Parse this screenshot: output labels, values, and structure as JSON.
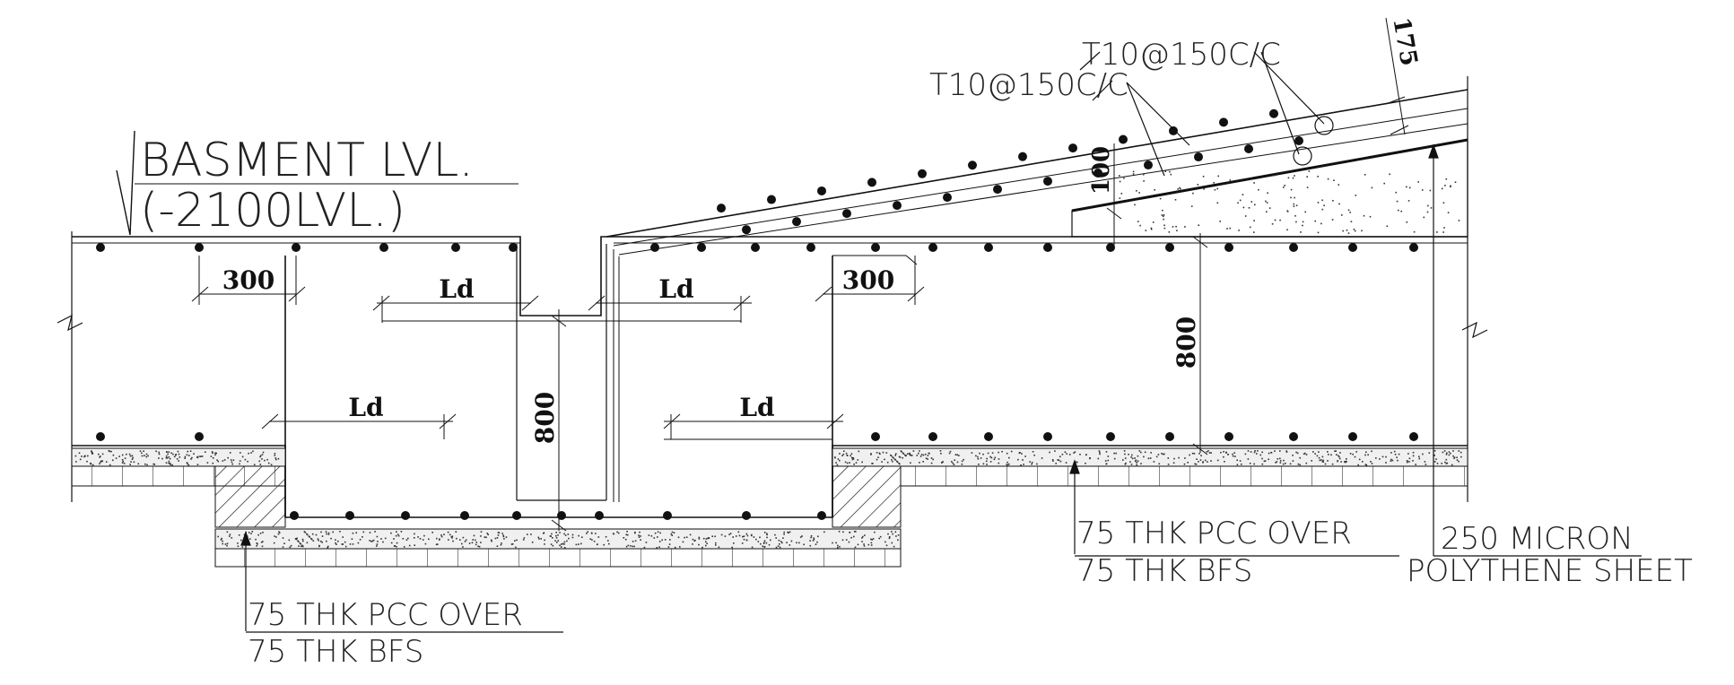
{
  "level": {
    "name": "BASMENT LVL.",
    "value": "(-2100LVL.)"
  },
  "rebar": {
    "callout_upper": "T10@150C/C",
    "callout_lower": "T10@150C/C"
  },
  "dimensions": {
    "cover_left": "300",
    "cover_right": "300",
    "ld_upper_left": "Ld",
    "ld_upper_right": "Ld",
    "ld_lower_left": "Ld",
    "ld_lower_right": "Ld",
    "pit_depth": "800",
    "slab_depth": "800",
    "ramp_depth": "100",
    "ramp_thickness": "175"
  },
  "notes": {
    "left_line1": "75 THK PCC OVER",
    "left_line2": "75 THK BFS",
    "right_line1": "75 THK PCC OVER",
    "right_line2": "75 THK BFS",
    "membrane_line1": "250 MICRON",
    "membrane_line2": "POLYTHENE SHEET"
  },
  "colors": {
    "line": "#111111",
    "paper": "#ffffff"
  }
}
